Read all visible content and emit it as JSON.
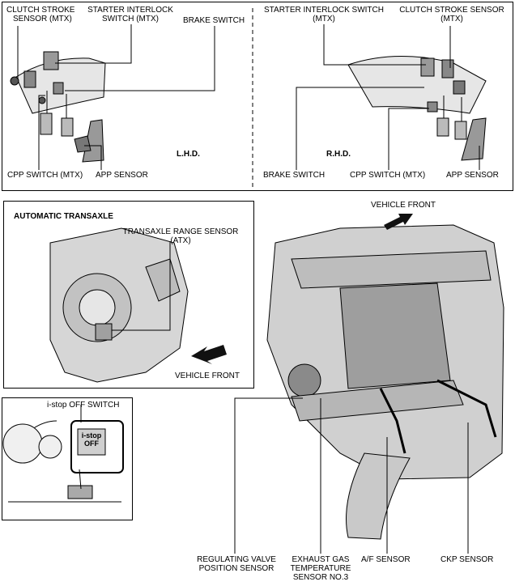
{
  "pedal_panel": {
    "lhd": {
      "mode": "L.H.D.",
      "clutch_stroke_sensor": [
        "CLUTCH STROKE",
        "SENSOR (MTX)"
      ],
      "starter_interlock": [
        "STARTER INTERLOCK",
        "SWITCH (MTX)"
      ],
      "brake_switch": "BRAKE SWITCH",
      "cpp_switch": "CPP SWITCH (MTX)",
      "app_sensor": "APP SENSOR"
    },
    "rhd": {
      "mode": "R.H.D.",
      "starter_interlock": [
        "STARTER INTERLOCK SWITCH",
        "(MTX)"
      ],
      "clutch_stroke_sensor": [
        "CLUTCH STROKE SENSOR",
        "(MTX)"
      ],
      "brake_switch": "BRAKE SWITCH",
      "cpp_switch": "CPP SWITCH (MTX)",
      "app_sensor": "APP SENSOR"
    }
  },
  "transaxle_panel": {
    "title": "AUTOMATIC TRANSAXLE",
    "range_sensor": [
      "TRANSAXLE RANGE SENSOR",
      "(ATX)"
    ],
    "vehicle_front": "VEHICLE FRONT"
  },
  "istop_panel": {
    "switch_label": "i-stop OFF SWITCH",
    "button_text": [
      "i-stop",
      "OFF"
    ]
  },
  "engine": {
    "vehicle_front": "VEHICLE FRONT",
    "regulating_valve": [
      "REGULATING VALVE",
      "POSITION SENSOR"
    ],
    "exhaust_gas": [
      "EXHAUST GAS",
      "TEMPERATURE",
      "SENSOR NO.3"
    ],
    "af_sensor": "A/F SENSOR",
    "ckp_sensor": "CKP SENSOR"
  },
  "colors": {
    "line": "#000000",
    "fill": "#c8c8c8",
    "background": "#ffffff"
  }
}
